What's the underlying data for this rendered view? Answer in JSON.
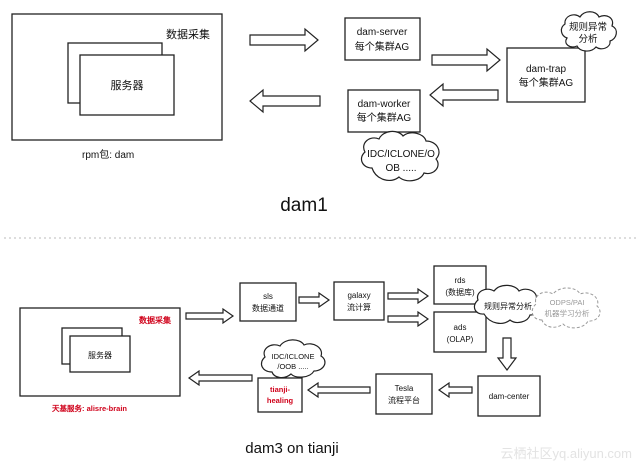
{
  "top": {
    "collect_label": "数据采集",
    "server_label": "服务器",
    "rpm_label": "rpm包: dam",
    "dam_server_line1": "dam-server",
    "dam_server_line2": "每个集群AG",
    "dam_trap_line1": "dam-trap",
    "dam_trap_line2": "每个集群AG",
    "rule_cloud_line1": "规则异常",
    "rule_cloud_line2": "分析",
    "dam_worker_line1": "dam-worker",
    "dam_worker_line2": "每个集群AG",
    "idc_cloud_line1": "IDC/ICLONE/O",
    "idc_cloud_line2": "OB .....",
    "title": "dam1"
  },
  "bottom": {
    "collect_label": "数据采集",
    "server_label": "服务器",
    "service_label": "天基服务: alisre-brain",
    "sls_line1": "sls",
    "sls_line2": "数据通道",
    "galaxy_line1": "galaxy",
    "galaxy_line2": "流计算",
    "rds_line1": "rds",
    "rds_line2": "(数据库)",
    "ads_line1": "ads",
    "ads_line2": "(OLAP)",
    "rule_cloud": "规则异常分析",
    "odps_line1": "ODPS/PAI",
    "odps_line2": "机器学习分析",
    "dam_center": "dam-center",
    "tesla_line1": "Tesla",
    "tesla_line2": "流程平台",
    "healing_line1": "tianji-",
    "healing_line2": "healing",
    "idc_line1": "IDC/ICLONE",
    "idc_line2": "/OOB .....",
    "title": "dam3 on tianji"
  },
  "watermark": "云栖社区yq.aliyun.com",
  "colors": {
    "red": "#d0021b",
    "line": "#222222",
    "dashed": "#999999"
  }
}
